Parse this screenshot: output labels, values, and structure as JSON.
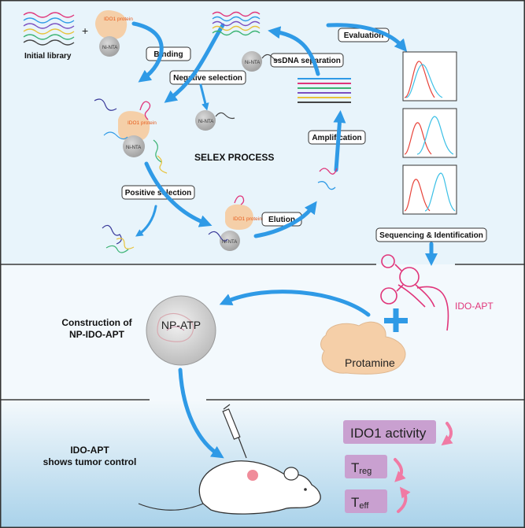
{
  "labels": {
    "initial_library": "Initial library",
    "plus": "+",
    "ido1_protein": "IDO1 protein",
    "ni_nta": "Ni-NTA",
    "binding": "Binding",
    "negative_selection": "Negative selection",
    "selex_process": "SELEX PROCESS",
    "positive_selection": "Positive selection",
    "elution": "Elution",
    "amplification": "Amplification",
    "ssdna_separation": "ssDNA separation",
    "evaluation": "Evaluation",
    "sequencing": "Sequencing & Identification",
    "ido_apt": "IDO-APT",
    "construction_line1": "Construction of",
    "construction_line2": "NP-IDO-APT",
    "np_atp": "NP-ATP",
    "protamine": "Protamine",
    "shows_line1": "IDO-APT",
    "shows_line2": "shows tumor control",
    "ido1_activity": "IDO1 activity",
    "treg_main": "T",
    "treg_sub": "reg",
    "teff_main": "T",
    "teff_sub": "eff"
  },
  "colors": {
    "panel_top": "#e8f4fb",
    "panel_mid": "#f3f9fd",
    "panel_bottom_top": "#f4f9fc",
    "panel_bottom_bottom": "#a9d2ea",
    "arrow_blue": "#2f9ae6",
    "protein": "#f5cfa8",
    "bead": "#b5b5b5",
    "aptamer_pink": "#e0357a",
    "pill": "#c9a0d0",
    "trend_arrow": "#f07aa4"
  }
}
